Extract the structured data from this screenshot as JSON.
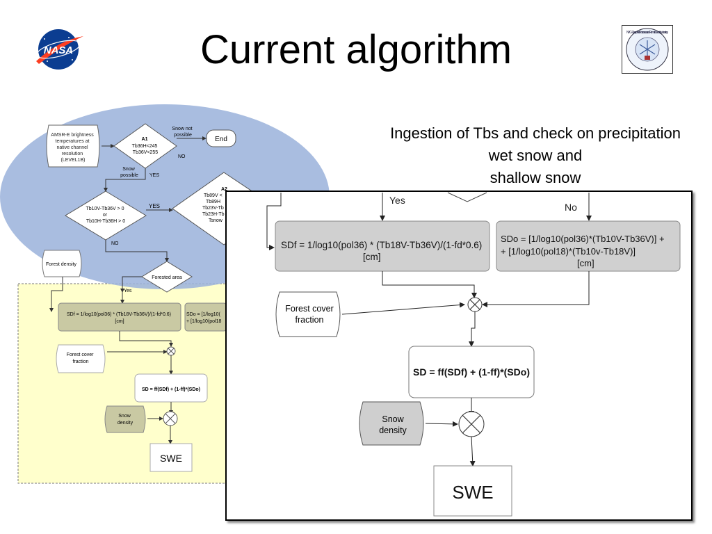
{
  "slide": {
    "title": "Current algorithm",
    "caption": {
      "line1": "Ingestion of Tbs and check on precipitation",
      "line2": "wet snow and",
      "line3": "shallow snow"
    },
    "nasa_logo": "NASA",
    "lab_logo_ring": "NYC – Cryospheric Processes and Remote Sensing Laboratory"
  },
  "small_flowchart": {
    "input": [
      "AMSR-E brightness",
      "temperatures at",
      "native channel",
      "resolution",
      "(LEVEL1B)"
    ],
    "a1": [
      "A1",
      "Tb36H<245",
      "Tb36V<255"
    ],
    "snow_not_possible": [
      "Snow not",
      "possible"
    ],
    "end": "End",
    "no1": "NO",
    "snow_possible": [
      "Snow",
      "possible"
    ],
    "yes1": "YES",
    "tb_test": [
      "Tb10V-Tb36V > 0",
      "or",
      "Tb10H-Tb36H > 0"
    ],
    "yes2": "YES",
    "a2": [
      "A2",
      "Tb89V <",
      "Tb89H",
      "Tb23V-Tb",
      "Tb23H-Tb",
      "Tsnow"
    ],
    "no2": "NO",
    "forest_density": "Forest density",
    "forested_area": "Forested area",
    "yes3": "Yes",
    "sdf": [
      "SDf = 1/log10(pol36) * (Tb18V-Tb36V)/(1-fd*0.6)",
      "[cm]"
    ],
    "sdo": [
      "SDo = [1/log10(",
      "+ [1/log10(pol18"
    ],
    "forest_cover": [
      "Forest cover",
      "fraction"
    ],
    "sd": "SD = ff(SDf) + (1-ff)*(SDo)",
    "snow_density": [
      "Snow",
      "density"
    ],
    "swe": "SWE"
  },
  "zoom_flowchart": {
    "yes": "Yes",
    "no": "No",
    "sdf_line1": "SDf = 1/log10(pol36) * (Tb18V-Tb36V)/(1-fd*0.6)",
    "sdf_line2": "[cm]",
    "sdo_line1": "SDo = [1/log10(pol36)*(Tb10V-Tb36V)] +",
    "sdo_line2": "+ [1/log10(pol18)*(Tb10v-Tb18V)]",
    "sdo_line3": "[cm]",
    "forest_cover_1": "Forest cover",
    "forest_cover_2": "fraction",
    "sd": "SD = ff(SDf) + (1-ff)*(SDo)",
    "snow_density_1": "Snow",
    "snow_density_2": "density",
    "swe": "SWE"
  },
  "colors": {
    "ellipse": "#9db4dc",
    "yellow_panel": "#ffffcc",
    "gray_box": "#d0d0d0",
    "nasa_blue": "#0b3d91",
    "nasa_red": "#fc3d21"
  }
}
